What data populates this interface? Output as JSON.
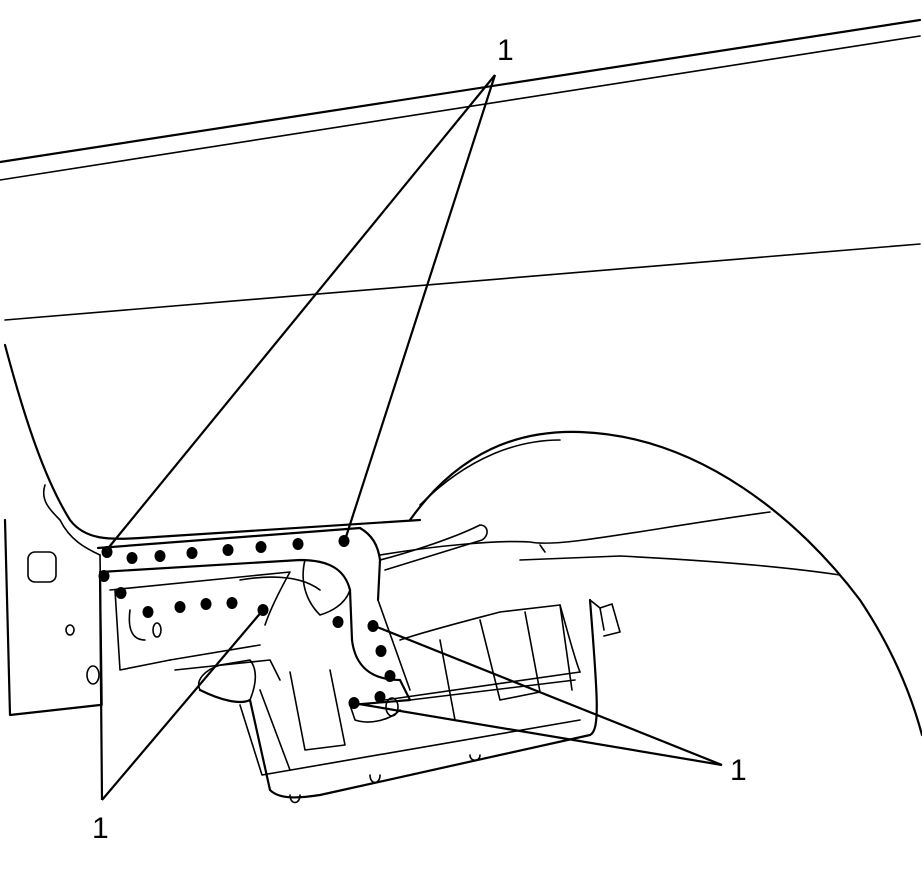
{
  "callouts": {
    "top": "1",
    "bottom_left": "1",
    "bottom_right": "1"
  },
  "colors": {
    "line": "#000000",
    "background": "#ffffff"
  }
}
